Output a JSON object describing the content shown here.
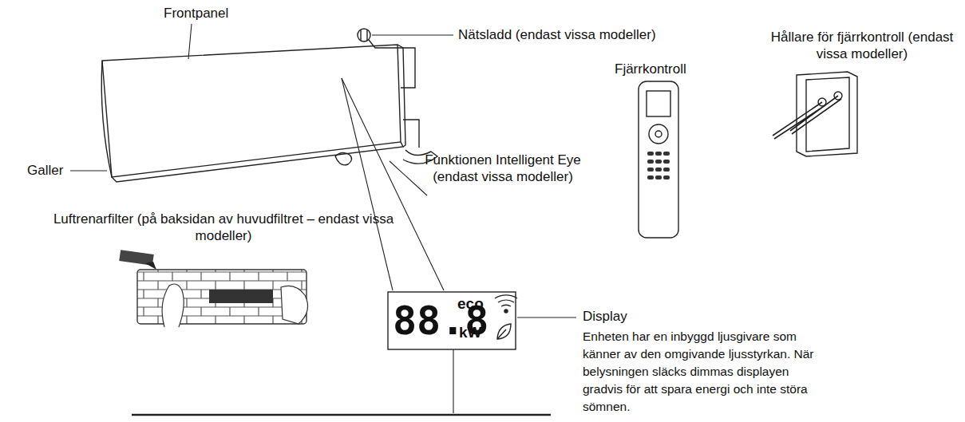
{
  "diagram": {
    "labels": [
      "Frontpanel",
      "Nätsladd (endast vissa modeller)",
      "Fjärrkontroll",
      "Hållare för fjärrkontroll (endast vissa modeller)",
      "Galler",
      "Funktionen Intelligent Eye (endast vissa modeller)",
      "Luftrenarfilter (på baksidan av huvudfiltret – endast vissa modeller)",
      "Display",
      "Enheten har en inbyggd ljusgivare som känner av den omgivande ljusstyrkan. När belysningen släcks dimmas displayen gradvis för att spara energi och inte störa sömnen.",
      "88.8",
      "eco",
      "kW"
    ]
  }
}
